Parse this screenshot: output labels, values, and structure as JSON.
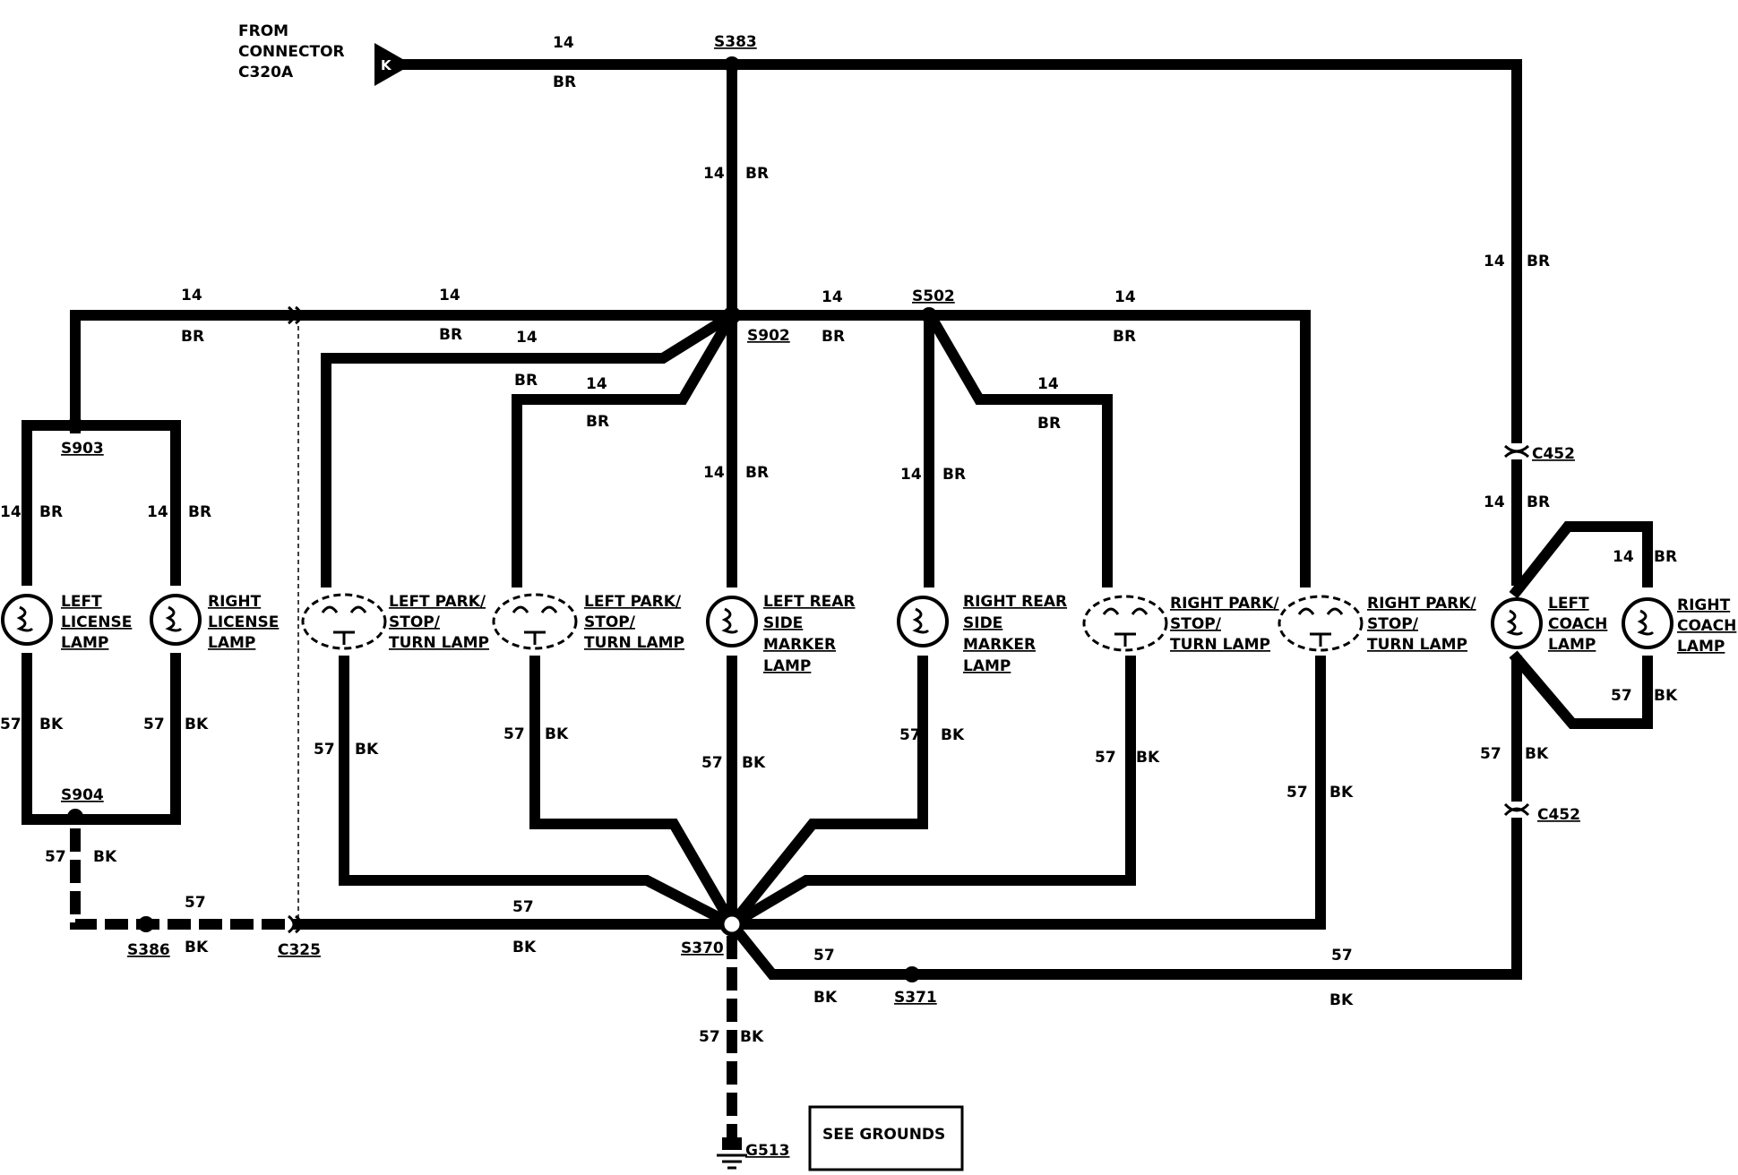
{
  "source": {
    "line1": "FROM",
    "line2": "CONNECTOR",
    "line3": "C320A",
    "pin": "K"
  },
  "wires": {
    "br_num": "14",
    "br_color": "BR",
    "bk_num": "57",
    "bk_color": "BK"
  },
  "splices": {
    "s383": "S383",
    "s902": "S902",
    "s502": "S502",
    "s903": "S903",
    "s904": "S904",
    "s386": "S386",
    "s370": "S370",
    "s371": "S371"
  },
  "connectors": {
    "c325": "C325",
    "c452_top": "C452",
    "c452_bottom": "C452"
  },
  "ground": {
    "id": "G513",
    "note": "SEE GROUNDS"
  },
  "lamps": {
    "left_license": [
      "LEFT",
      "LICENSE",
      "LAMP"
    ],
    "right_license": [
      "RIGHT",
      "LICENSE",
      "LAMP"
    ],
    "left_park_1": [
      "LEFT PARK/",
      "STOP/",
      "TURN LAMP"
    ],
    "left_park_2": [
      "LEFT PARK/",
      "STOP/",
      "TURN LAMP"
    ],
    "left_rear_side": [
      "LEFT REAR",
      "SIDE",
      "MARKER",
      "LAMP"
    ],
    "right_rear_side": [
      "RIGHT REAR",
      "SIDE",
      "MARKER",
      "LAMP"
    ],
    "right_park_1": [
      "RIGHT PARK/",
      "STOP/",
      "TURN LAMP"
    ],
    "right_park_2": [
      "RIGHT PARK/",
      "STOP/",
      "TURN LAMP"
    ],
    "left_coach": [
      "LEFT",
      "COACH",
      "LAMP"
    ],
    "right_coach": [
      "RIGHT",
      "COACH",
      "LAMP"
    ]
  }
}
